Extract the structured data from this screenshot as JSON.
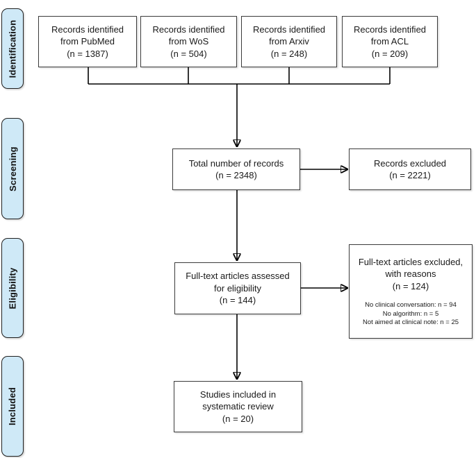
{
  "stages": [
    {
      "id": "identification",
      "label": "Identification"
    },
    {
      "id": "screening",
      "label": "Screening"
    },
    {
      "id": "eligibility",
      "label": "Eligibility"
    },
    {
      "id": "included",
      "label": "Included"
    }
  ],
  "sources": [
    {
      "text": "Records identified\nfrom PubMed\n(n = 1387)"
    },
    {
      "text": "Records identified\nfrom WoS\n(n = 504)"
    },
    {
      "text": "Records identified\nfrom Arxiv\n(n = 248)"
    },
    {
      "text": "Records identified\nfrom ACL\n(n = 209)"
    }
  ],
  "screening": {
    "total": "Total number of records\n(n = 2348)",
    "excluded": "Records excluded\n(n = 2221)"
  },
  "eligibility": {
    "assessed": "Full-text articles assessed\nfor eligibility\n(n = 144)",
    "excluded_main": "Full-text articles excluded,\nwith reasons\n(n = 124)",
    "excluded_reasons": "No clinical conversation: n = 94\nNo algorithm: n = 5\nNot aimed at clinical note: n = 25"
  },
  "included": {
    "studies": "Studies included in\nsystematic review\n(n = 20)"
  },
  "colors": {
    "stage_fill": "#cfe9f7",
    "stage_border": "#1f1f1f",
    "box_border": "#3a3a3a",
    "line": "#000000",
    "background": "#ffffff"
  }
}
